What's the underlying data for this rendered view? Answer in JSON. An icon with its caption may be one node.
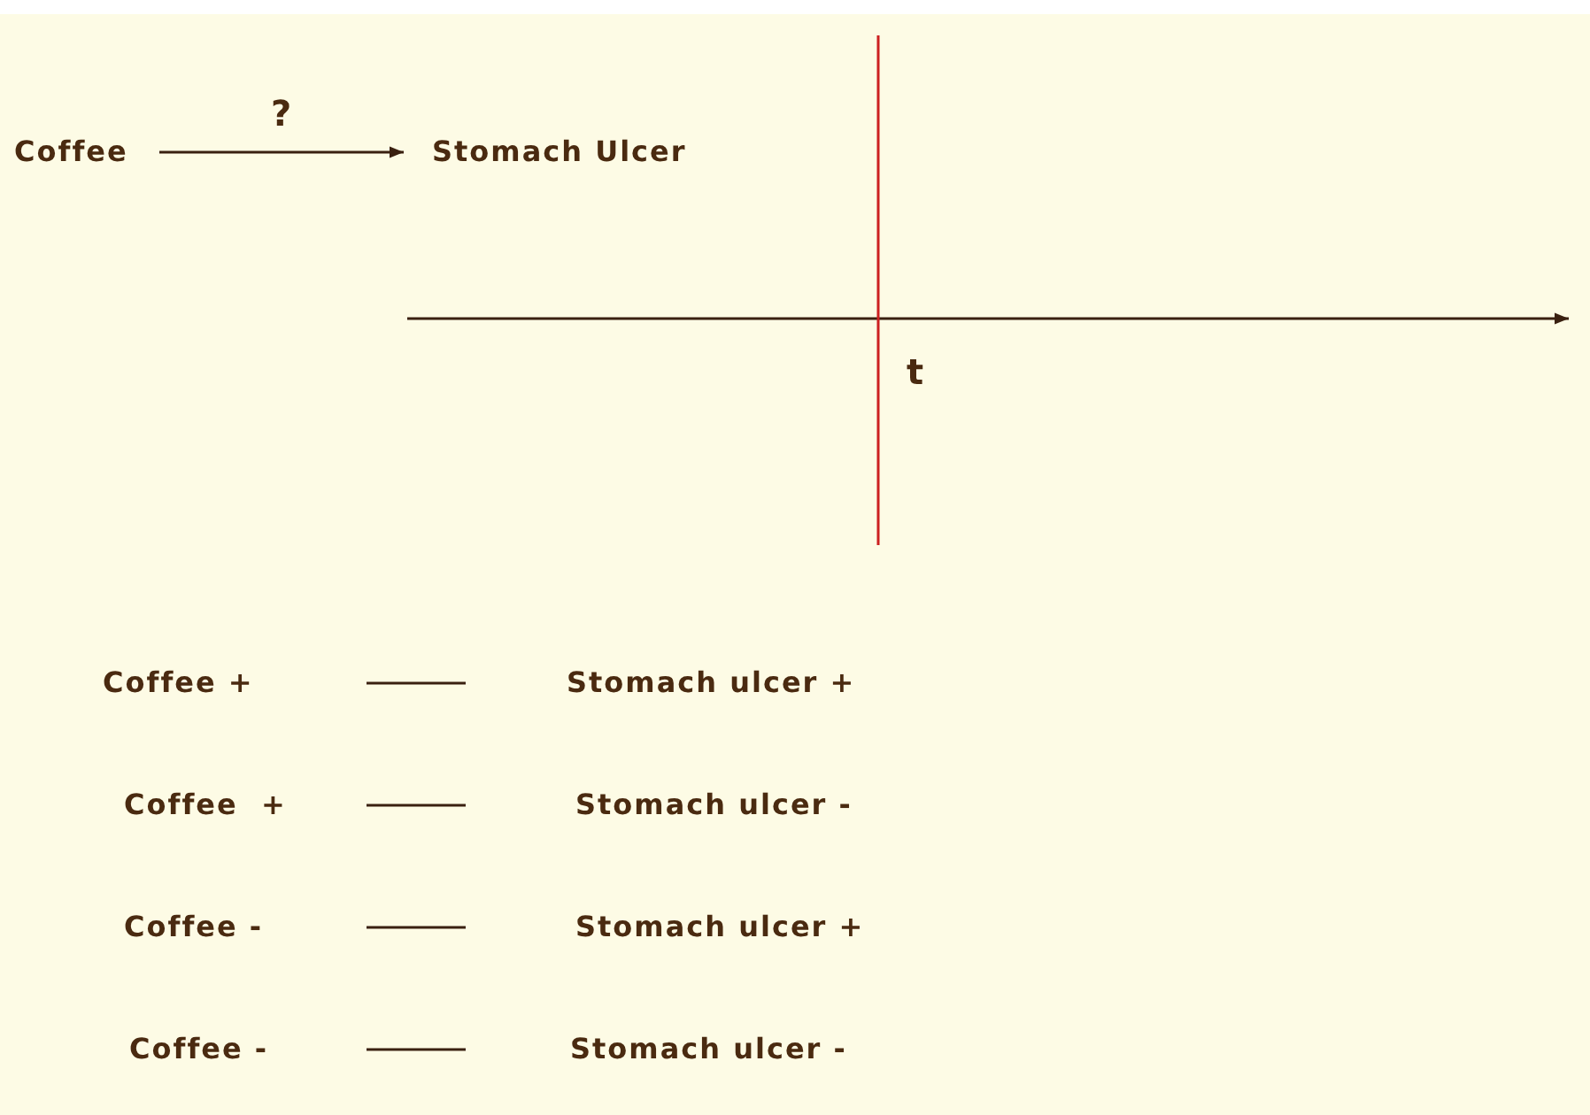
{
  "diagram": {
    "nodes": [
      {
        "text": [
          "Coffee"
        ]
      },
      {
        "text": [
          "Stomach Ulcer"
        ]
      },
      {
        "text": [
          "Coffee +"
        ]
      },
      {
        "text": [
          "Stomach ulcer +"
        ]
      },
      {
        "text": [
          "Coffee  +"
        ]
      },
      {
        "text": [
          "Stomach ulcer -"
        ]
      },
      {
        "text": [
          "Coffee -"
        ]
      },
      {
        "text": [
          "Stomach ulcer +"
        ]
      },
      {
        "text": [
          "Coffee -"
        ]
      },
      {
        "text": [
          "Stomach ulcer -"
        ]
      }
    ],
    "edges": [
      {
        "from": 0,
        "to": 1,
        "arrow": "to",
        "label": "?"
      },
      {
        "from": 2,
        "to": 3,
        "arrow": "none"
      },
      {
        "from": 4,
        "to": 5,
        "arrow": "none"
      },
      {
        "from": 6,
        "to": 7,
        "arrow": "none"
      },
      {
        "from": 8,
        "to": 9,
        "arrow": "none"
      }
    ],
    "labels": [
      "t"
    ]
  }
}
